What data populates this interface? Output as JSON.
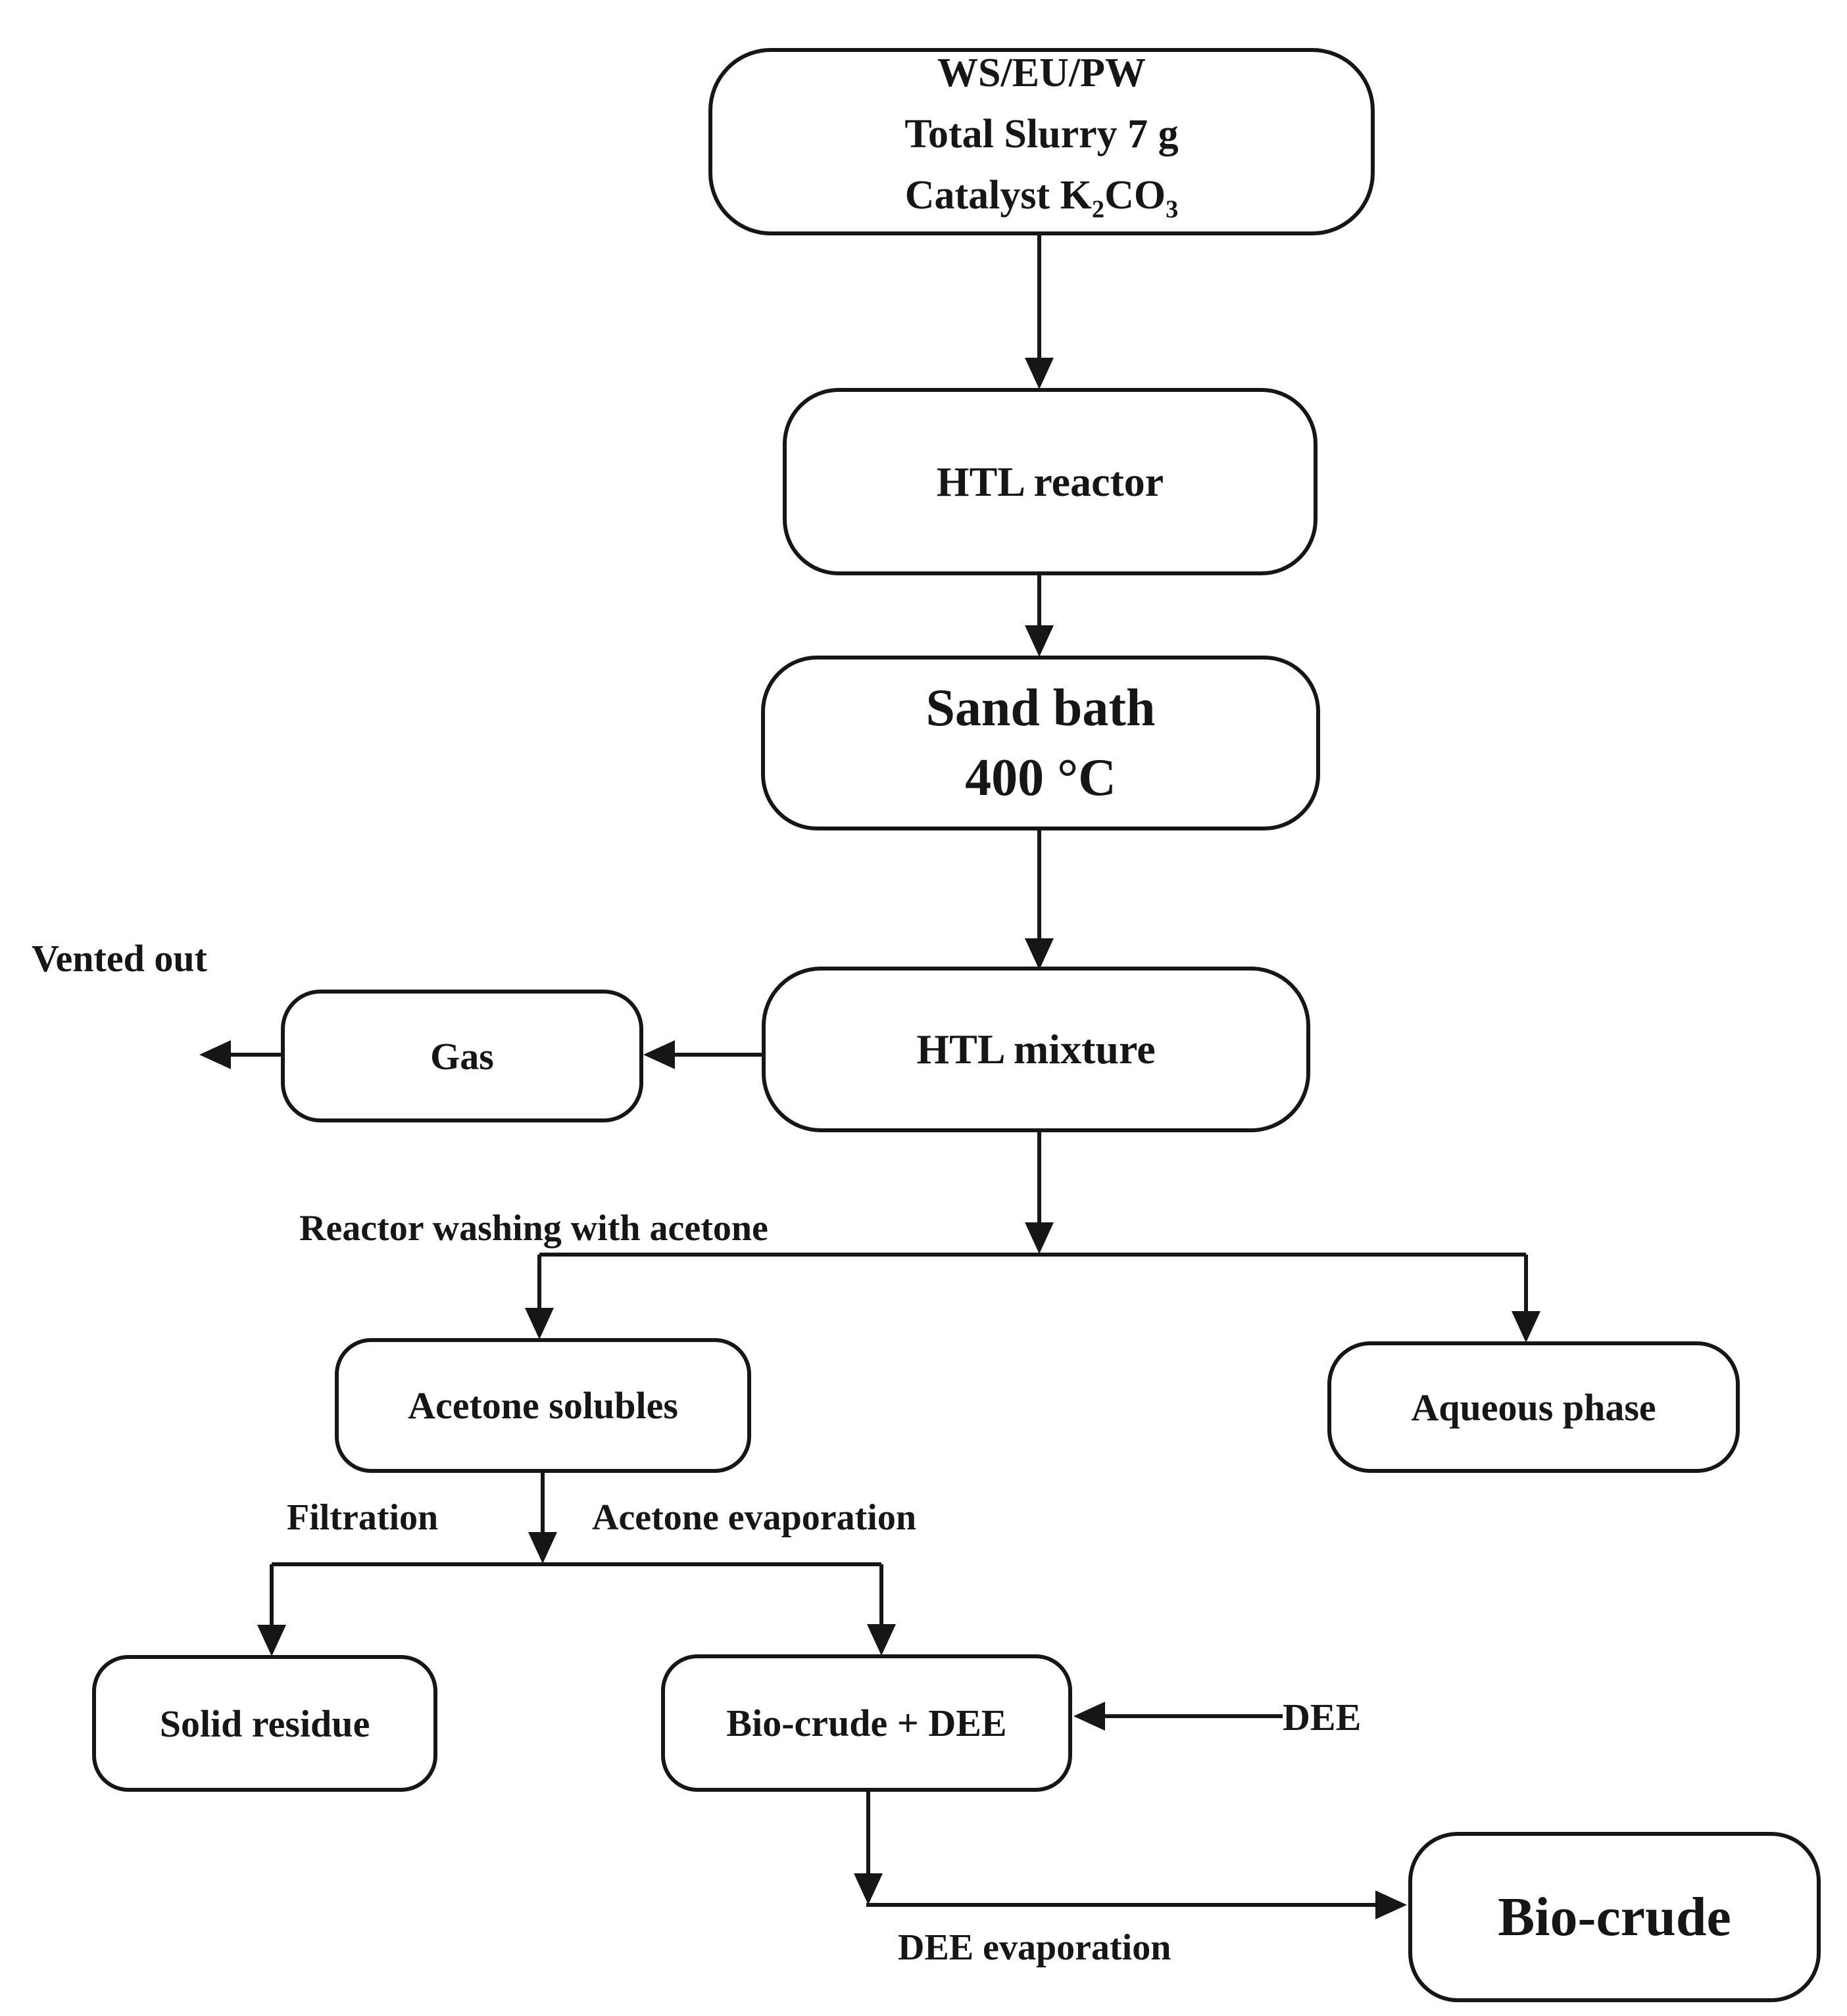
{
  "colors": {
    "ink": "#161616",
    "background": "#ffffff"
  },
  "nodes": {
    "feedstock": {
      "line1": "WS/EU/PW",
      "line2": "Total Slurry 7 g",
      "catalyst_prefix": "Catalyst K",
      "catalyst_sub1": "2",
      "catalyst_mid": "CO",
      "catalyst_sub2": "3"
    },
    "htl_reactor": {
      "label": "HTL reactor"
    },
    "sand_bath": {
      "line1": "Sand bath",
      "line2": "400 °C"
    },
    "htl_mixture": {
      "label": "HTL mixture"
    },
    "gas": {
      "label": "Gas"
    },
    "acetone_solubles": {
      "label": "Acetone solubles"
    },
    "aqueous_phase": {
      "label": "Aqueous phase"
    },
    "solid_residue": {
      "label": "Solid residue"
    },
    "biocrude_dee": {
      "label": "Bio-crude + DEE"
    },
    "biocrude": {
      "label": "Bio-crude"
    }
  },
  "labels": {
    "vented_out": "Vented out",
    "reactor_washing": "Reactor washing with acetone",
    "filtration": "Filtration",
    "acetone_evaporation": "Acetone evaporation",
    "dee": "DEE",
    "dee_evaporation": "DEE evaporation"
  }
}
